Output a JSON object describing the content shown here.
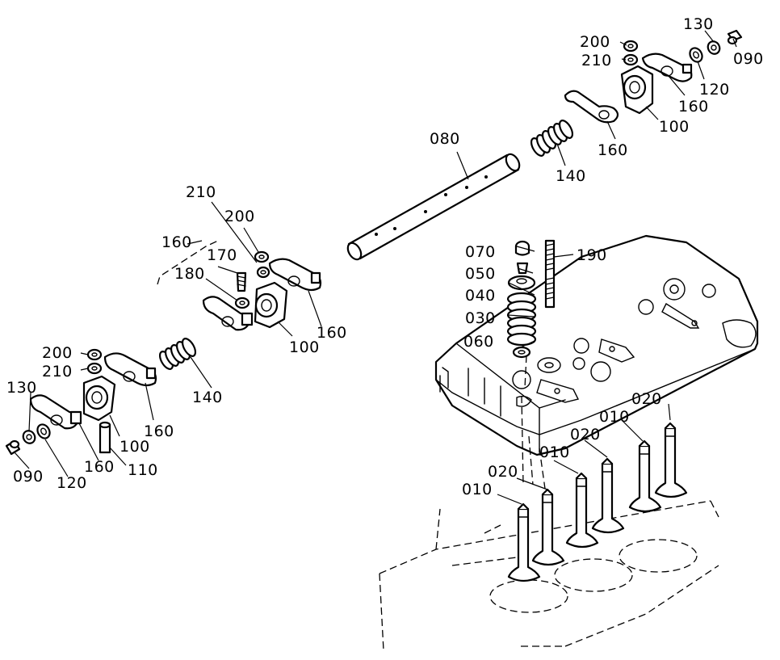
{
  "labels": {
    "l_130_tr": "130",
    "l_200_tr": "200",
    "l_210_tr": "210",
    "l_090_tr": "090",
    "l_120_tr": "120",
    "l_160_tr1": "160",
    "l_100_tr": "100",
    "l_160_tr2": "160",
    "l_080": "080",
    "l_140_up": "140",
    "l_210_mid": "210",
    "l_200_mid": "200",
    "l_160_mid": "160",
    "l_170": "170",
    "l_180": "180",
    "l_100_mid": "100",
    "l_160_mid2": "160",
    "l_070": "070",
    "l_050": "050",
    "l_040": "040",
    "l_030": "030",
    "l_060": "060",
    "l_190": "190",
    "l_200_l": "200",
    "l_210_l": "210",
    "l_140_lo": "140",
    "l_130_l": "130",
    "l_160_l": "160",
    "l_100_l": "100",
    "l_160_l2": "160",
    "l_110": "110",
    "l_090_l": "090",
    "l_120_l": "120",
    "l_020_a": "020",
    "l_010_a": "010",
    "l_020_b": "020",
    "l_010_b": "010",
    "l_020_c": "020",
    "l_010_c": "010"
  }
}
